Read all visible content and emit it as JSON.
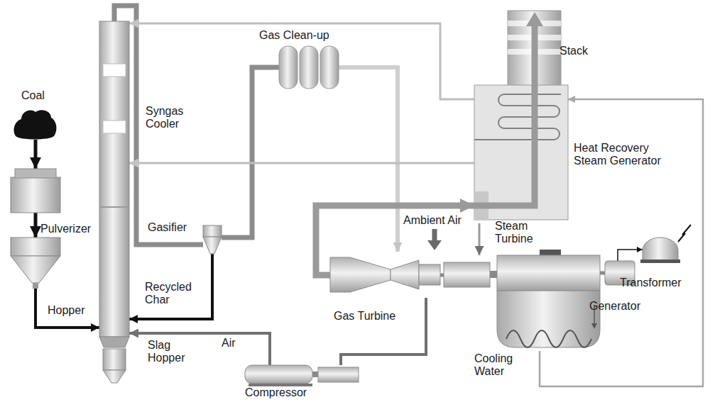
{
  "diagram": {
    "nodes": [
      {
        "text": [
          "Coal"
        ]
      },
      {
        "text": [
          "Pulverizer"
        ]
      },
      {
        "text": [
          "Hopper"
        ]
      },
      {
        "text": [
          "Syngas Cooler",
          "Gasifier"
        ]
      },
      {
        "text": [
          "Slag Hopper"
        ]
      },
      {
        "text": [
          "Recycled Char"
        ]
      },
      {
        "text": [
          "Gas Clean-up"
        ]
      },
      {
        "text": [
          "Gas Turbine"
        ]
      },
      {
        "text": [
          "Compressor"
        ]
      },
      {
        "text": [
          "Stack",
          "Heat Recovery Steam Generator"
        ]
      },
      {
        "text": [
          "Steam Turbine"
        ]
      },
      {
        "text": [
          "Generator"
        ]
      },
      {
        "text": [
          "Transformer"
        ]
      }
    ],
    "edges": [
      {
        "from": 0,
        "to": 1,
        "arrow": "to"
      },
      {
        "from": 1,
        "to": 2,
        "arrow": "to"
      },
      {
        "from": 2,
        "to": 3,
        "arrow": "to"
      },
      {
        "from": 3,
        "to": 5,
        "arrow": "none"
      },
      {
        "from": 5,
        "to": 3,
        "arrow": "to"
      },
      {
        "from": 5,
        "to": 6,
        "arrow": "none"
      },
      {
        "from": 6,
        "to": 7,
        "arrow": "to"
      },
      {
        "from": 8,
        "to": 3,
        "label": "Air",
        "arrow": "to"
      },
      {
        "from": 8,
        "to": 7,
        "arrow": "none"
      },
      {
        "from": 7,
        "to": 9,
        "arrow": "to"
      },
      {
        "from": 9,
        "to": 10,
        "arrow": "to"
      },
      {
        "from": 10,
        "to": 11,
        "arrow": "none"
      },
      {
        "from": 7,
        "to": 10,
        "arrow": "none"
      },
      {
        "from": 11,
        "to": 12,
        "arrow": "to"
      },
      {
        "from": 10,
        "to": 9,
        "arrow": "to"
      },
      {
        "from": 9,
        "to": 3,
        "arrow": "to"
      },
      {
        "from": 9,
        "to": 3,
        "arrow": "to"
      }
    ],
    "labels": [
      "Ambient Air",
      "Cooling Water"
    ]
  }
}
